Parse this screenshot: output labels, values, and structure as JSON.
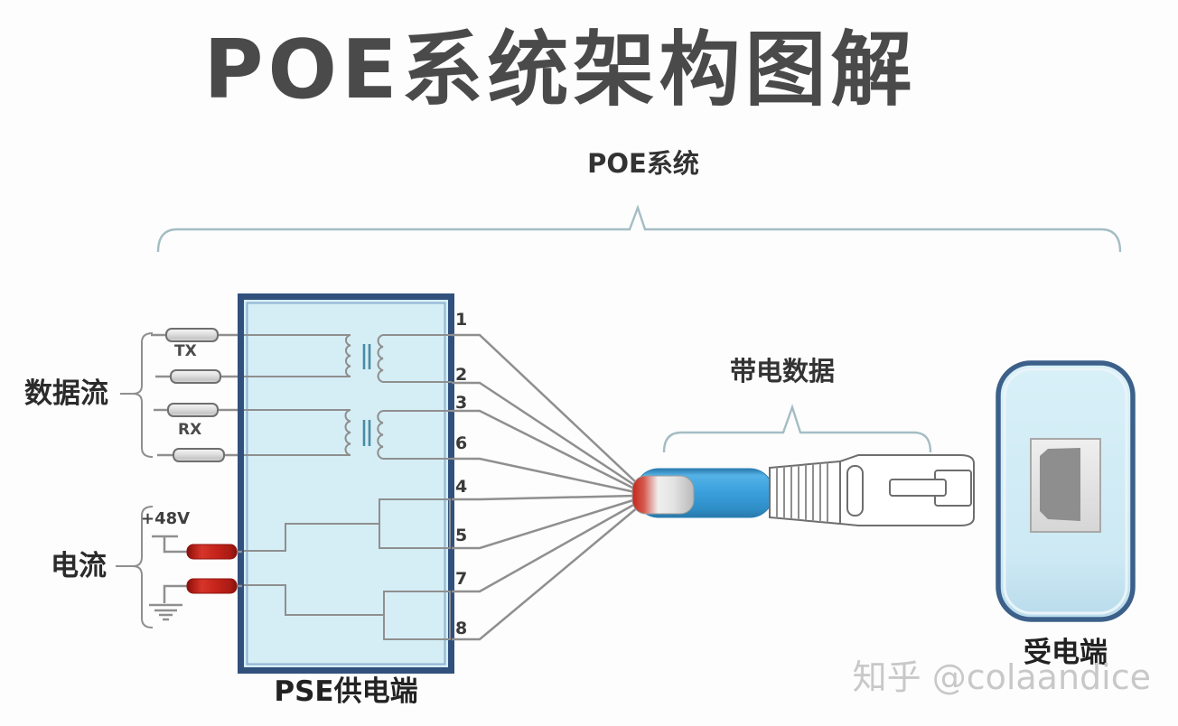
{
  "title": "POE系统架构图解",
  "system": {
    "label": "POE系统"
  },
  "inputs": {
    "data_flow_label": "数据流",
    "tx_label": "TX",
    "rx_label": "RX",
    "current_label": "电流",
    "voltage_label": "+48V"
  },
  "pse": {
    "label": "PSE供电端"
  },
  "cable": {
    "label": "带电数据"
  },
  "device": {
    "label": "受电端"
  },
  "watermark": "知乎 @colaandice",
  "pins": [
    {
      "label": "1"
    },
    {
      "label": "2"
    },
    {
      "label": "3"
    },
    {
      "label": "6"
    },
    {
      "label": "4"
    },
    {
      "label": "5"
    },
    {
      "label": "7"
    },
    {
      "label": "8"
    }
  ],
  "colors": {
    "title-ink": "#4a4a4a",
    "label-ink": "#2b2b2b",
    "wire": "#8f8f8f",
    "brace": "#a4bdc3",
    "box-fill": "#d5eef6",
    "box-border": "#31517c",
    "box-inner": "#8fb3d1",
    "core": "#4a8ba3",
    "resistor-stroke": "#6f6f6f",
    "red-main": "#c32c20",
    "red-dark": "#8e1410",
    "cable-blue": "#3aa0dc",
    "cable-blue-dark": "#2b7fb4",
    "plug-stroke": "#6e6e6e",
    "device-fill": "#d2ebf5",
    "device-border": "#3c6089",
    "port-fill": "#e2e2e2",
    "port-dark": "#8e8e8e",
    "watermark-ink": "#c8c8c8"
  }
}
